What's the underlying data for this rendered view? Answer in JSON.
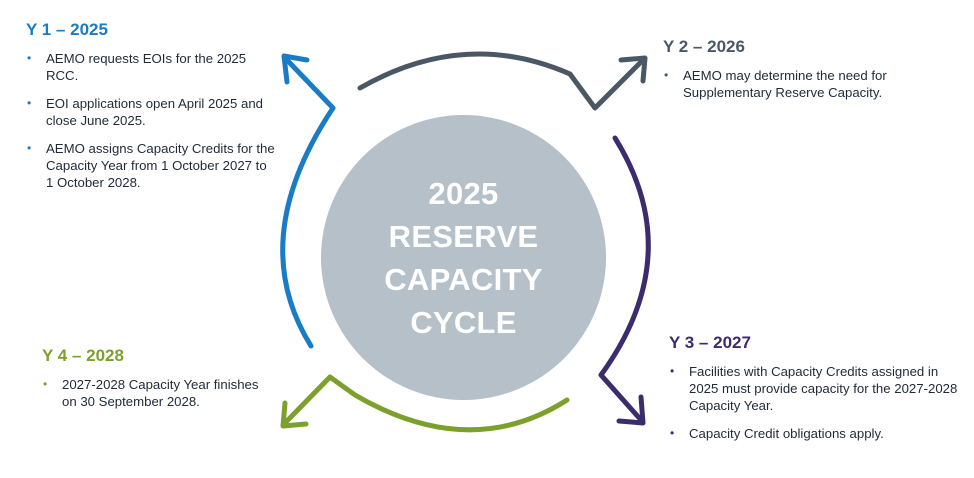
{
  "center": {
    "title_lines": [
      "2025",
      "RESERVE",
      "CAPACITY",
      "CYCLE"
    ]
  },
  "colors": {
    "y1": "#1a7cc4",
    "y2": "#4a5866",
    "y3": "#3c2c6e",
    "y4": "#7ca02c",
    "center": "#b5c0c8"
  },
  "icons": [
    "arrow-y1-icon",
    "arrow-y2-icon",
    "arrow-y3-icon",
    "arrow-y4-icon"
  ],
  "blocks": {
    "y1": {
      "heading": "Y 1 – 2025",
      "items": [
        "AEMO requests EOIs for the 2025 RCC.",
        "EOI applications open April 2025 and close June 2025.",
        "AEMO assigns Capacity Credits for the Capacity Year from 1 October 2027 to 1 October 2028."
      ]
    },
    "y2": {
      "heading": "Y 2 – 2026",
      "items": [
        "AEMO may determine the need for Supplementary Reserve Capacity."
      ]
    },
    "y3": {
      "heading": "Y 3 – 2027",
      "items": [
        "Facilities with Capacity Credits assigned in 2025 must provide capacity for the 2027-2028 Capacity Year.",
        "Capacity Credit obligations apply."
      ]
    },
    "y4": {
      "heading": "Y 4 – 2028",
      "items": [
        "2027-2028 Capacity Year finishes on 30 September 2028."
      ]
    }
  }
}
